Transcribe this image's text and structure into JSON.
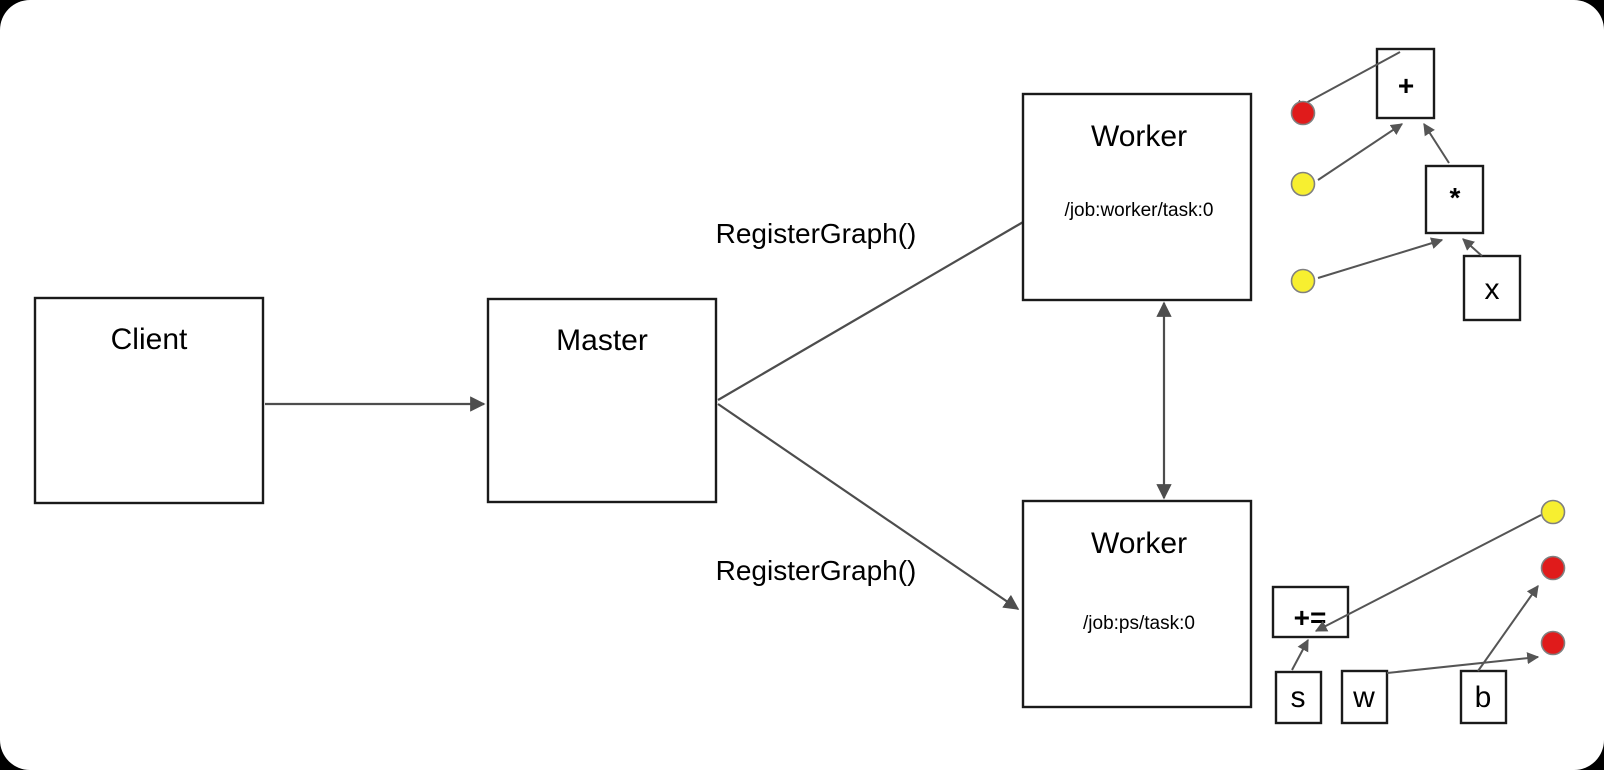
{
  "diagram": {
    "title": "TensorFlow distributed execution: client, master, workers",
    "background_color": "#000000",
    "canvas_color": "#ffffff",
    "stroke_color": "#1a1a1a",
    "edge_color": "#4d4d4d",
    "nodes": {
      "client": {
        "label": "Client"
      },
      "master": {
        "label": "Master"
      },
      "worker_top": {
        "label": "Worker",
        "device": "/job:worker/task:0"
      },
      "worker_bottom": {
        "label": "Worker",
        "device": "/job:ps/task:0"
      }
    },
    "edges": {
      "client_to_master": {
        "label": ""
      },
      "master_to_worker_top": {
        "label": "RegisterGraph()"
      },
      "master_to_worker_bottom": {
        "label": "RegisterGraph()"
      },
      "worker_to_worker": {
        "label": ""
      }
    },
    "graph_top": {
      "ops": [
        {
          "id": "plus",
          "label": "+"
        },
        {
          "id": "times",
          "label": "*"
        },
        {
          "id": "x",
          "label": "x"
        }
      ],
      "tensors": [
        {
          "id": "t0",
          "color": "#e01b1b",
          "name": "red-tensor-dot"
        },
        {
          "id": "t1",
          "color": "#f7ef30",
          "name": "yellow-tensor-dot"
        },
        {
          "id": "t2",
          "color": "#f7ef30",
          "name": "yellow-tensor-dot"
        }
      ]
    },
    "graph_bottom": {
      "ops": [
        {
          "id": "assign_add",
          "label": "+="
        },
        {
          "id": "s",
          "label": "s"
        },
        {
          "id": "w",
          "label": "w"
        },
        {
          "id": "b",
          "label": "b"
        }
      ],
      "tensors": [
        {
          "id": "b0",
          "color": "#f7ef30",
          "name": "yellow-tensor-dot"
        },
        {
          "id": "b1",
          "color": "#e01b1b",
          "name": "red-tensor-dot"
        },
        {
          "id": "b2",
          "color": "#e01b1b",
          "name": "red-tensor-dot"
        }
      ]
    }
  }
}
